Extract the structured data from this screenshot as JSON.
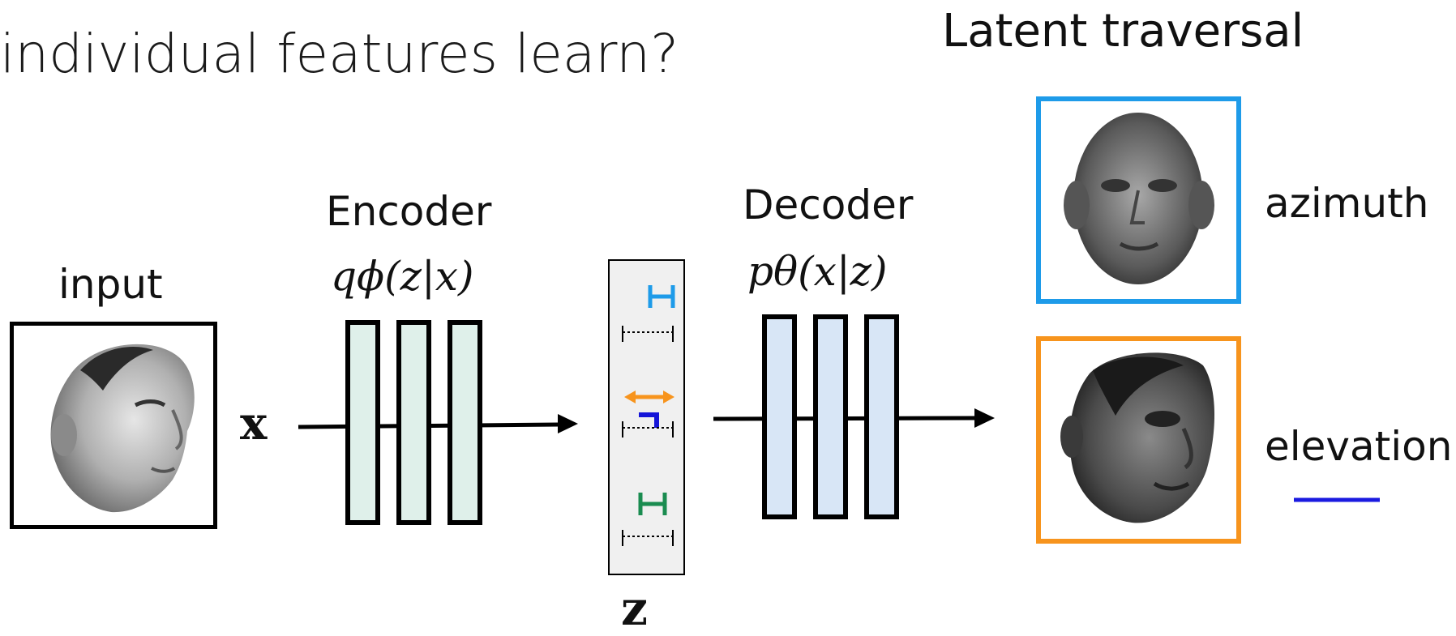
{
  "heading": "individual features learn?",
  "traversal_title": "Latent traversal",
  "input_label": "input",
  "x_symbol": "x",
  "z_symbol": "z",
  "encoder": {
    "title": "Encoder",
    "formula": "qϕ(z|x)"
  },
  "decoder": {
    "title": "Decoder",
    "formula": "pθ(x|z)"
  },
  "traversals": [
    {
      "label": "azimuth",
      "frame_color": "#1e9be9"
    },
    {
      "label": "elevation",
      "frame_color": "#f7941d"
    }
  ],
  "latent_colors": {
    "top": "#1e9be9",
    "middle_arrow": "#f7941d",
    "middle_mark": "#1515d8",
    "bottom": "#1a8c50"
  },
  "elevation_line_color": "#1a1ae0"
}
